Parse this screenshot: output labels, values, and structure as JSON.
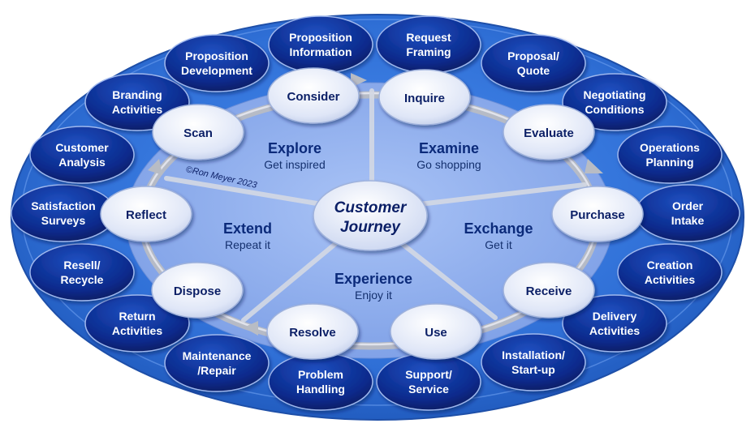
{
  "center": {
    "line1": "Customer",
    "line2": "Journey"
  },
  "copyright": "©Ron Meyer 2023",
  "phases": [
    {
      "id": "explore",
      "title": "Explore",
      "subtitle": "Get inspired"
    },
    {
      "id": "examine",
      "title": "Examine",
      "subtitle": "Go shopping"
    },
    {
      "id": "exchange",
      "title": "Exchange",
      "subtitle": "Get it"
    },
    {
      "id": "experience",
      "title": "Experience",
      "subtitle": "Enjoy it"
    },
    {
      "id": "extend",
      "title": "Extend",
      "subtitle": "Repeat it"
    }
  ],
  "steps": [
    {
      "id": "consider",
      "label": "Consider"
    },
    {
      "id": "inquire",
      "label": "Inquire"
    },
    {
      "id": "evaluate",
      "label": "Evaluate"
    },
    {
      "id": "purchase",
      "label": "Purchase"
    },
    {
      "id": "receive",
      "label": "Receive"
    },
    {
      "id": "use",
      "label": "Use"
    },
    {
      "id": "resolve",
      "label": "Resolve"
    },
    {
      "id": "dispose",
      "label": "Dispose"
    },
    {
      "id": "reflect",
      "label": "Reflect"
    },
    {
      "id": "scan",
      "label": "Scan"
    }
  ],
  "activities": [
    {
      "id": "proposition-information",
      "lines": [
        "Proposition",
        "Information"
      ]
    },
    {
      "id": "request-framing",
      "lines": [
        "Request",
        "Framing"
      ]
    },
    {
      "id": "proposal-quote",
      "lines": [
        "Proposal/",
        "Quote"
      ]
    },
    {
      "id": "negotiating-conditions",
      "lines": [
        "Negotiating",
        "Conditions"
      ]
    },
    {
      "id": "operations-planning",
      "lines": [
        "Operations",
        "Planning"
      ]
    },
    {
      "id": "order-intake",
      "lines": [
        "Order",
        "Intake"
      ]
    },
    {
      "id": "creation-activities",
      "lines": [
        "Creation",
        "Activities"
      ]
    },
    {
      "id": "delivery-activities",
      "lines": [
        "Delivery",
        "Activities"
      ]
    },
    {
      "id": "installation-start-up",
      "lines": [
        "Installation/",
        "Start-up"
      ]
    },
    {
      "id": "support-service",
      "lines": [
        "Support/",
        "Service"
      ]
    },
    {
      "id": "problem-handling",
      "lines": [
        "Problem",
        "Handling"
      ]
    },
    {
      "id": "maintenance-repair",
      "lines": [
        "Maintenance",
        "/Repair"
      ]
    },
    {
      "id": "return-activities",
      "lines": [
        "Return",
        "Activities"
      ]
    },
    {
      "id": "resell-recycle",
      "lines": [
        "Resell/",
        "Recycle"
      ]
    },
    {
      "id": "satisfaction-surveys",
      "lines": [
        "Satisfaction",
        "Surveys"
      ]
    },
    {
      "id": "customer-analysis",
      "lines": [
        "Customer",
        "Analysis"
      ]
    },
    {
      "id": "branding-activities",
      "lines": [
        "Branding",
        "Activities"
      ]
    },
    {
      "id": "proposition-development",
      "lines": [
        "Proposition",
        "Development"
      ]
    }
  ],
  "colors": {
    "outer_ring": "#2f6fd6",
    "outer_ring_edge": "#1e4fa8",
    "inner_disc": "#8fb0f0",
    "pill_dark": "#0a2a8c",
    "pill_light": "#dfe6f7",
    "title_text": "#0b2a7a"
  }
}
